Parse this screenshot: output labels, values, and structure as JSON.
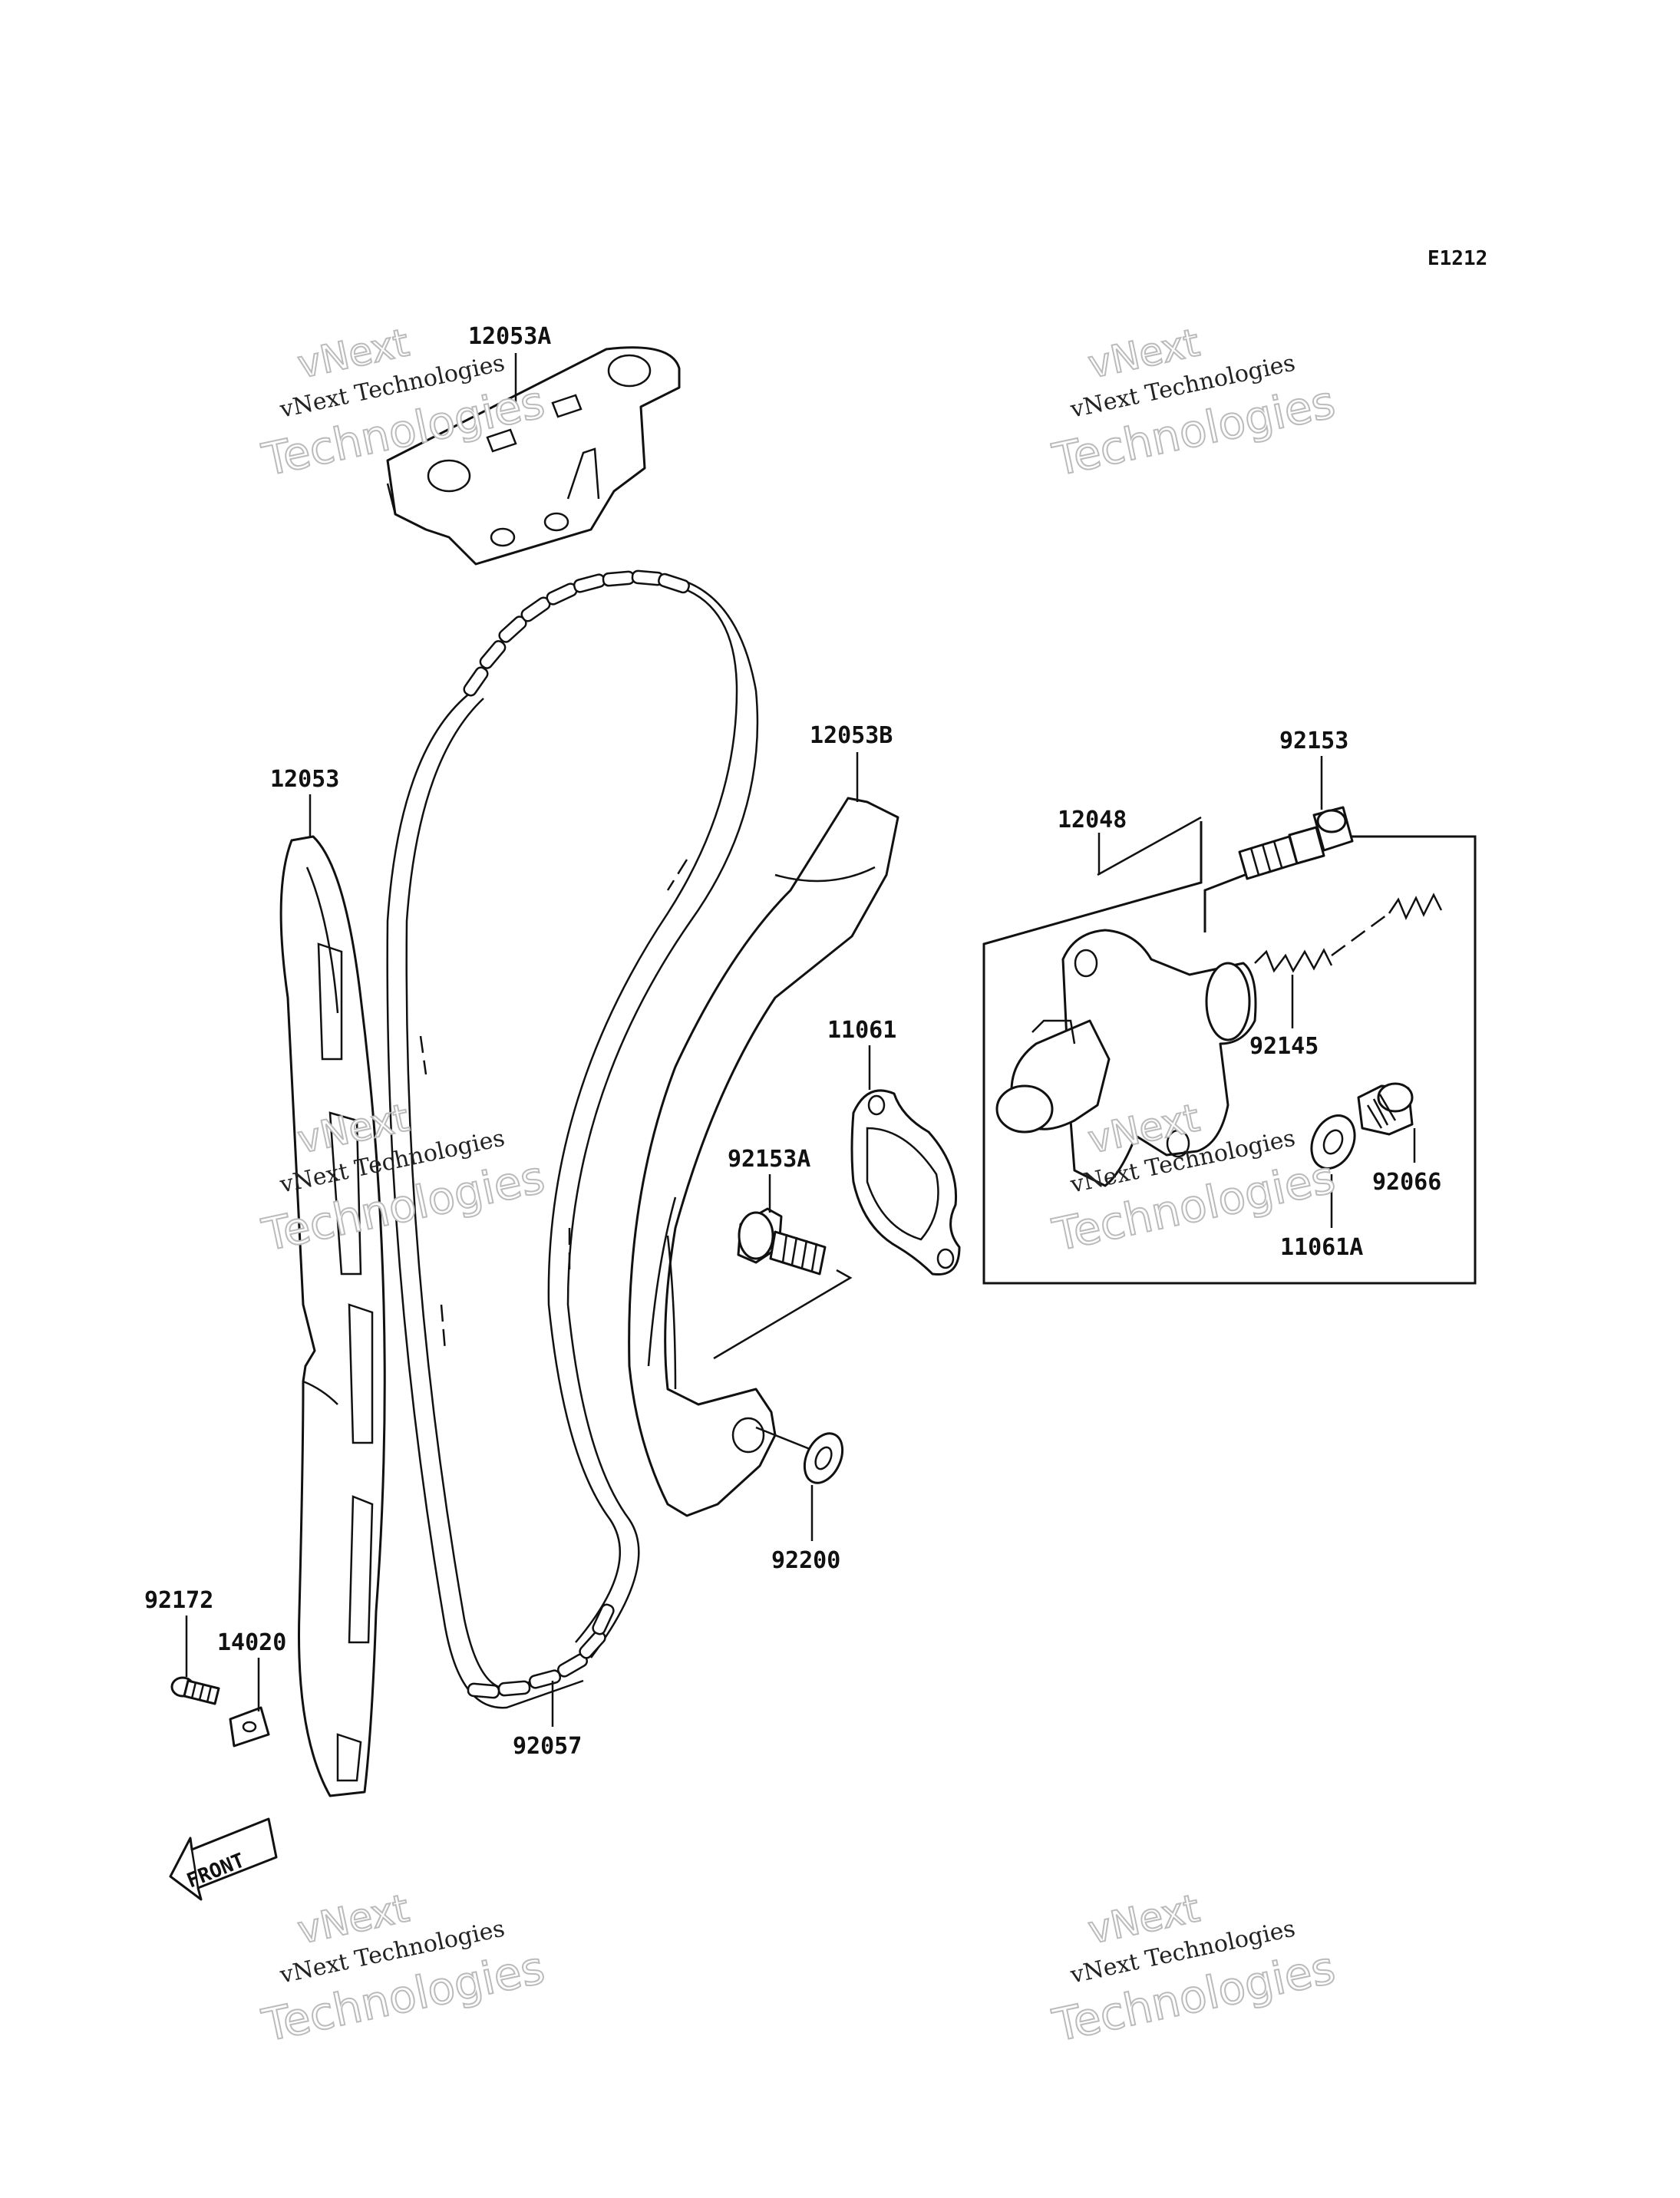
{
  "diagram_code": "E1212",
  "parts": {
    "guide_upper": "12053A",
    "guide_front": "12053",
    "guide_rear": "12053B",
    "tensioner": "12048",
    "bolt_tensioner": "92153",
    "spring": "92145",
    "cap_bolt": "92066",
    "gasket_cap": "11061A",
    "gasket_tensioner": "11061",
    "bolt_guide": "92153A",
    "washer": "92200",
    "chain": "92057",
    "screw": "92172",
    "stopper": "14020"
  },
  "front_arrow_label": "FRONT",
  "watermarks": [
    {
      "line1": "vNext",
      "line2": "vNext Technologies",
      "line3": "Technologies"
    },
    {
      "line1": "vNext",
      "line2": "vNext Technologies",
      "line3": "Technologies"
    },
    {
      "line1": "vNext",
      "line2": "vNext Technologies",
      "line3": "Technologies"
    },
    {
      "line1": "vNext",
      "line2": "vNext Technologies",
      "line3": "Technologies"
    },
    {
      "line1": "vNext",
      "line2": "vNext Technologies",
      "line3": "Technologies"
    },
    {
      "line1": "vNext",
      "line2": "vNext Technologies",
      "line3": "Technologies"
    }
  ]
}
